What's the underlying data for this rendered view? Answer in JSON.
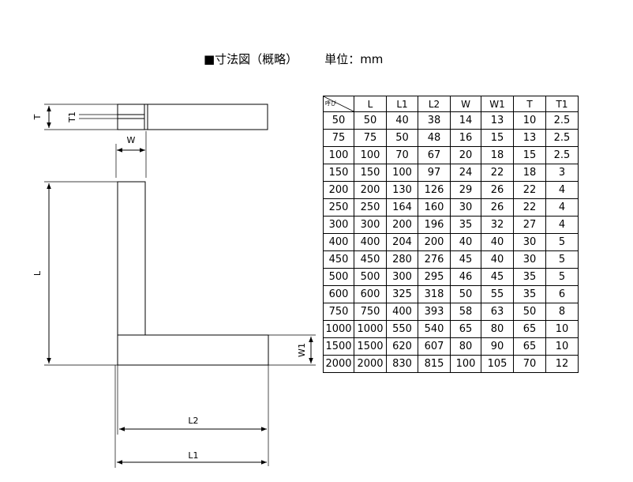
{
  "title": "■寸法図（概略）",
  "unit_label": "単位：mm",
  "dimension_labels": {
    "T": "T",
    "T1": "T1",
    "W": "W",
    "L": "L",
    "W1": "W1",
    "L2": "L2",
    "L1": "L1"
  },
  "table": {
    "corner_label": "呼び",
    "headers": [
      "L",
      "L1",
      "L2",
      "W",
      "W1",
      "T",
      "T1"
    ],
    "rows": [
      {
        "size": "50",
        "values": [
          "50",
          "40",
          "38",
          "14",
          "13",
          "10",
          "2.5"
        ]
      },
      {
        "size": "75",
        "values": [
          "75",
          "50",
          "48",
          "16",
          "15",
          "13",
          "2.5"
        ]
      },
      {
        "size": "100",
        "values": [
          "100",
          "70",
          "67",
          "20",
          "18",
          "15",
          "2.5"
        ]
      },
      {
        "size": "150",
        "values": [
          "150",
          "100",
          "97",
          "24",
          "22",
          "18",
          "3"
        ]
      },
      {
        "size": "200",
        "values": [
          "200",
          "130",
          "126",
          "29",
          "26",
          "22",
          "4"
        ]
      },
      {
        "size": "250",
        "values": [
          "250",
          "164",
          "160",
          "30",
          "26",
          "22",
          "4"
        ]
      },
      {
        "size": "300",
        "values": [
          "300",
          "200",
          "196",
          "35",
          "32",
          "27",
          "4"
        ]
      },
      {
        "size": "400",
        "values": [
          "400",
          "204",
          "200",
          "40",
          "40",
          "30",
          "5"
        ]
      },
      {
        "size": "450",
        "values": [
          "450",
          "280",
          "276",
          "45",
          "40",
          "30",
          "5"
        ]
      },
      {
        "size": "500",
        "values": [
          "500",
          "300",
          "295",
          "46",
          "45",
          "35",
          "5"
        ]
      },
      {
        "size": "600",
        "values": [
          "600",
          "325",
          "318",
          "50",
          "55",
          "35",
          "6"
        ]
      },
      {
        "size": "750",
        "values": [
          "750",
          "400",
          "393",
          "58",
          "63",
          "50",
          "8"
        ]
      },
      {
        "size": "1000",
        "values": [
          "1000",
          "550",
          "540",
          "65",
          "80",
          "65",
          "10"
        ]
      },
      {
        "size": "1500",
        "values": [
          "1500",
          "620",
          "607",
          "80",
          "90",
          "65",
          "10"
        ]
      },
      {
        "size": "2000",
        "values": [
          "2000",
          "830",
          "815",
          "100",
          "105",
          "70",
          "12"
        ]
      }
    ]
  }
}
